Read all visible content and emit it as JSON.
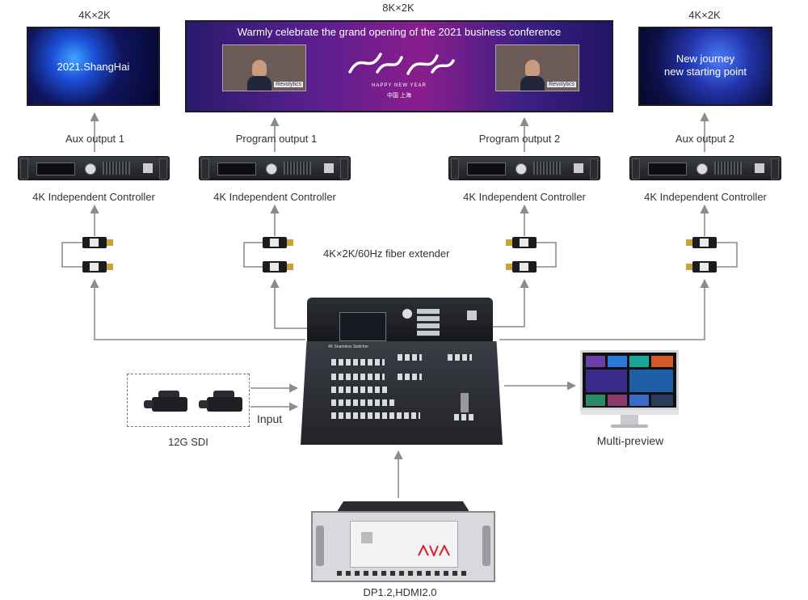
{
  "screens": {
    "left": {
      "resolution": "4K×2K",
      "text": "2021.ShangHai"
    },
    "main": {
      "resolution": "8K×2K",
      "banner": "Warmly celebrate the grand opening of the 2021 business conference",
      "subtitle": "HAPPY NEW YEAR",
      "location": "中国 上海",
      "brand": "Revolytics"
    },
    "right": {
      "resolution": "4K×2K",
      "text_line1": "New journey",
      "text_line2": "new starting point"
    }
  },
  "outputs": [
    "Aux output  1",
    "Program output  1",
    "Program output  2",
    "Aux output  2"
  ],
  "controllers": [
    "4K Independent Controller",
    "4K Independent Controller",
    "4K Independent Controller",
    "4K Independent Controller"
  ],
  "extender_label": "4K×2K/60Hz fiber extender",
  "switcher_label": "4K Seamless Switcher",
  "input_label": "Input",
  "sdi_label": "12G SDI",
  "preview_label": "Multi-preview",
  "server_label": "DP1.2,HDMI2.0",
  "colors": {
    "arrow": "#8c8c8c",
    "text": "#333333"
  }
}
